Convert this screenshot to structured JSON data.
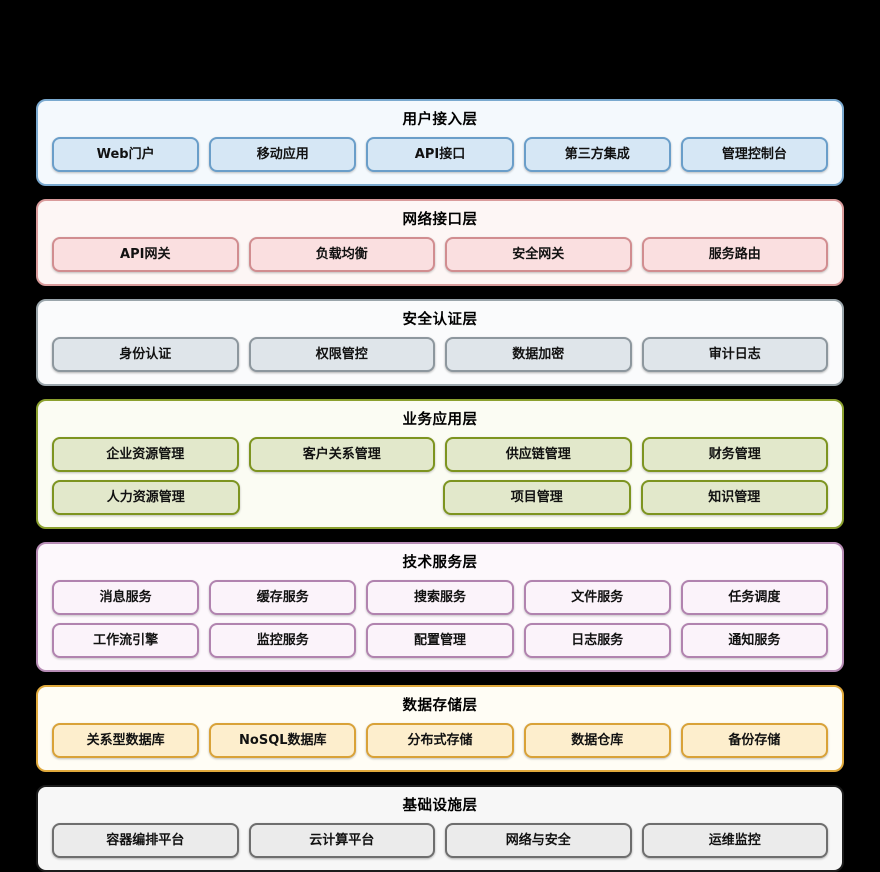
{
  "diagram": {
    "layers": [
      {
        "id": "user-access",
        "title": "用户接入层",
        "rows": [
          [
            "Web门户",
            "移动应用",
            "API接口",
            "第三方集成",
            "管理控制台"
          ]
        ]
      },
      {
        "id": "network-interface",
        "title": "网络接口层",
        "rows": [
          [
            "API网关",
            "负载均衡",
            "安全网关",
            "服务路由"
          ]
        ]
      },
      {
        "id": "security-auth",
        "title": "安全认证层",
        "rows": [
          [
            "身份认证",
            "权限管控",
            "数据加密",
            "审计日志"
          ]
        ]
      },
      {
        "id": "business-application",
        "title": "业务应用层",
        "rows": [
          [
            "企业资源管理",
            "客户关系管理",
            "供应链管理",
            "财务管理"
          ],
          [
            "人力资源管理",
            "",
            "项目管理",
            "知识管理"
          ]
        ]
      },
      {
        "id": "technical-service",
        "title": "技术服务层",
        "rows": [
          [
            "消息服务",
            "缓存服务",
            "搜索服务",
            "文件服务",
            "任务调度"
          ],
          [
            "工作流引擎",
            "监控服务",
            "配置管理",
            "日志服务",
            "通知服务"
          ]
        ]
      },
      {
        "id": "data-storage",
        "title": "数据存储层",
        "rows": [
          [
            "关系型数据库",
            "NoSQL数据库",
            "分布式存储",
            "数据仓库",
            "备份存储"
          ]
        ]
      },
      {
        "id": "infrastructure",
        "title": "基础设施层",
        "rows": [
          [
            "容器编排平台",
            "云计算平台",
            "网络与安全",
            "运维监控"
          ]
        ]
      }
    ],
    "colors": {
      "background": "#000000",
      "user_access_border": "#7aa9cf",
      "user_access_node": "#d6e7f5",
      "network_border": "#d99b9b",
      "network_node": "#fadfe0",
      "security_border": "#9aa5ab",
      "security_node": "#dfe5ea",
      "business_border": "#8ba02e",
      "business_node": "#e2e8cb",
      "technical_border": "#b78cb5",
      "technical_node": "#fbf3fa",
      "data_border": "#e0a93c",
      "data_node": "#fdeecd",
      "infrastructure_border": "#1c1c1c",
      "infrastructure_node": "#ebebeb"
    }
  }
}
